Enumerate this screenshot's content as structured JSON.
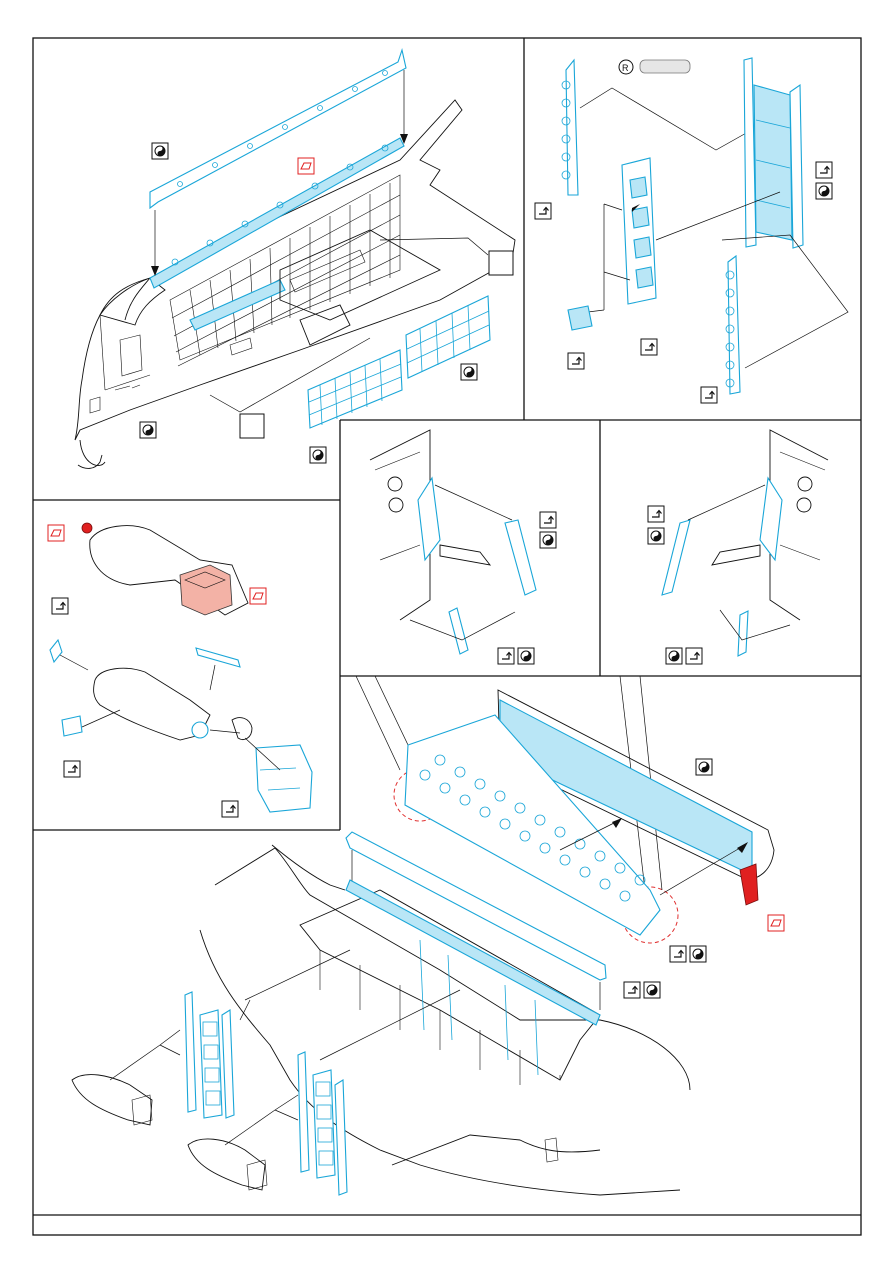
{
  "sheet": {
    "panels": [
      "panel-top-left",
      "panel-top-right",
      "panel-middle-left",
      "panel-middle-center",
      "panel-middle-right",
      "panel-bottom"
    ]
  },
  "icons": {
    "bend": "bend-icon",
    "paint": "paint-icon",
    "resin_part": "resin-part-icon",
    "substitute": "substitute-icon"
  },
  "colors": {
    "photo_etch": "#1aa6d8",
    "photo_etch_fill": "#b9e6f6",
    "resin_part": "#e02020",
    "resin_part_alt": "#f3b2a6",
    "ink": "#111111",
    "circle_highlight": "#e03030"
  },
  "tags": {
    "substitute_label": "R"
  }
}
